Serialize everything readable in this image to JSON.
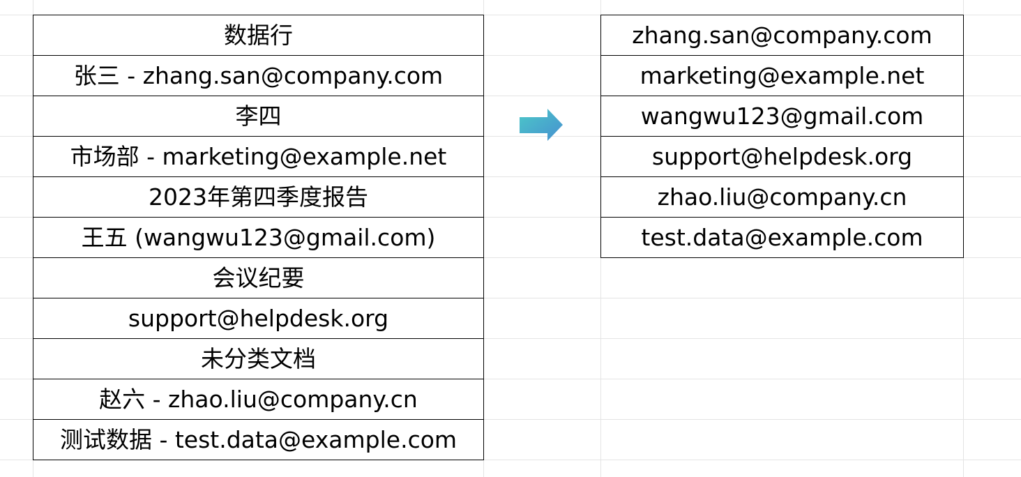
{
  "source_column": {
    "rows": [
      "数据行",
      "张三 - zhang.san@company.com",
      "李四",
      "市场部 - marketing@example.net",
      "2023年第四季度报告",
      "王五 (wangwu123@gmail.com)",
      "会议纪要",
      "support@helpdesk.org",
      "未分类文档",
      "赵六 - zhao.liu@company.cn",
      "测试数据 - test.data@example.com"
    ]
  },
  "result_column": {
    "rows": [
      "zhang.san@company.com",
      "marketing@example.net",
      "wangwu123@gmail.com",
      "support@helpdesk.org",
      "zhao.liu@company.cn",
      "test.data@example.com"
    ]
  },
  "arrow": {
    "icon": "arrow-right-icon",
    "color_start": "#4cc8c8",
    "color_end": "#4690d0"
  }
}
